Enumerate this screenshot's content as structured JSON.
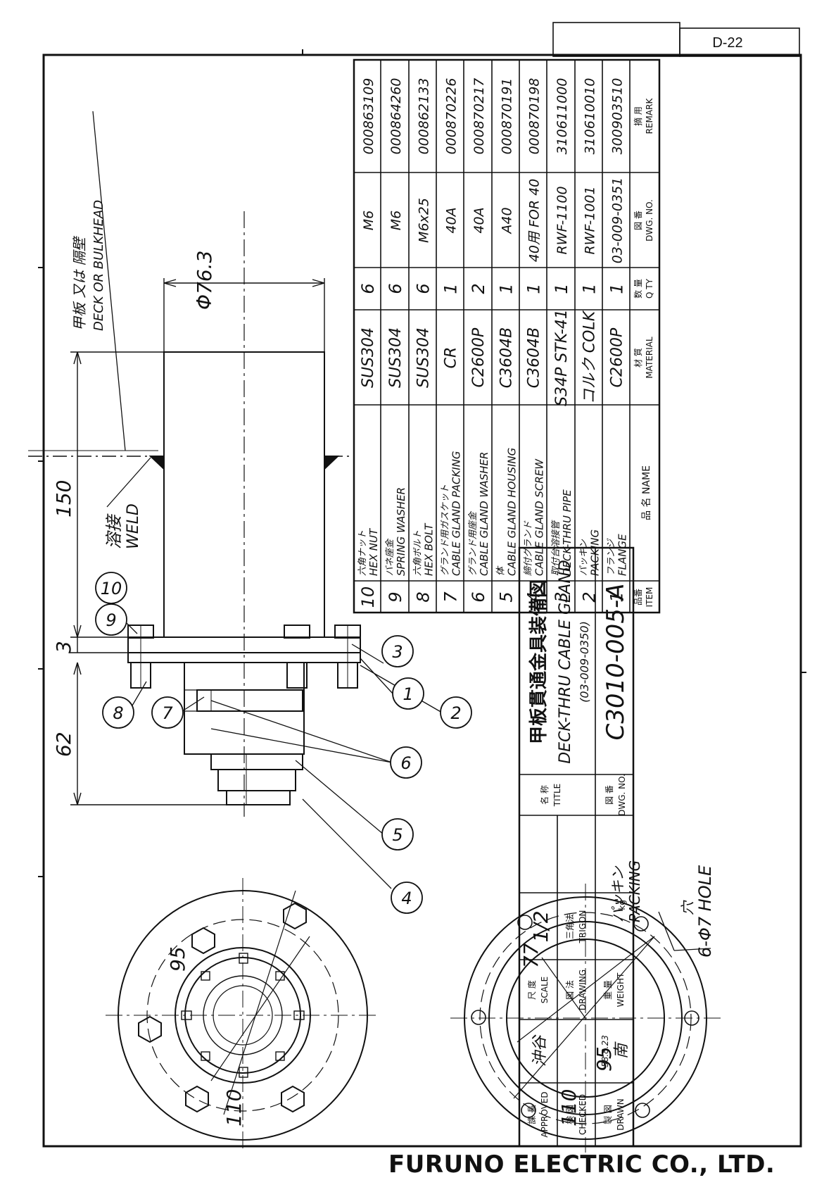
{
  "sheet_code": "D-22",
  "company": "FURUNO ELECTRIC CO., LTD.",
  "annotations": {
    "deck_jp": "甲板 又は 隔壁",
    "deck_en": "DECK OR BULKHEAD",
    "weld_jp": "溶接",
    "weld_en": "WELD",
    "packing_jp": "パッキン",
    "packing_en": "PACKING",
    "hole_jp": "穴",
    "hole_en": "6-Φ7 HOLE"
  },
  "dimensions": {
    "dia_763": "Φ76.3",
    "len_150": "150",
    "len_62": "62",
    "len_3": "3",
    "d95_top": "95",
    "d110_top": "110",
    "d77": "77",
    "d95_bot": "95",
    "d110_bot": "110"
  },
  "balloons": {
    "b9": "9",
    "b10": "10",
    "b3": "3",
    "b2": "2",
    "b1": "1",
    "b8": "8",
    "b7": "7",
    "b6": "6",
    "b5": "5",
    "b4": "4"
  },
  "parts_table": {
    "header": {
      "item": "品番\nITEM",
      "name": "品    名\nNAME",
      "material": "材 質\nMATERIAL",
      "qty": "数 量\nQ TY",
      "dwg": "図 番\nDWG. NO.",
      "remark": "摘 用\nREMARK"
    },
    "rows": [
      {
        "item": "10",
        "name_jp": "六角ナット",
        "name_en": "HEX NUT",
        "material": "SUS304",
        "qty": "6",
        "dwg": "M6",
        "remark": "000863109"
      },
      {
        "item": "9",
        "name_jp": "バネ座金",
        "name_en": "SPRING WASHER",
        "material": "SUS304",
        "qty": "6",
        "dwg": "M6",
        "remark": "000864260"
      },
      {
        "item": "8",
        "name_jp": "六角ボルト",
        "name_en": "HEX BOLT",
        "material": "SUS304",
        "qty": "6",
        "dwg": "M6x25",
        "remark": "000862133"
      },
      {
        "item": "7",
        "name_jp": "グランド用ガスケット",
        "name_en": "CABLE GLAND PACKING",
        "material": "CR",
        "qty": "1",
        "dwg": "40A",
        "remark": "000870226"
      },
      {
        "item": "6",
        "name_jp": "グランド用座金",
        "name_en": "CABLE GLAND WASHER",
        "material": "C2600P",
        "qty": "2",
        "dwg": "40A",
        "remark": "000870217"
      },
      {
        "item": "5",
        "name_jp": "体",
        "name_en": "CABLE GLAND HOUSING",
        "material": "C3604B",
        "qty": "1",
        "dwg": "A40",
        "remark": "000870191"
      },
      {
        "item": "4",
        "name_jp": "締付グランド",
        "name_en": "CABLE GLAND SCREW",
        "material": "C3604B",
        "qty": "1",
        "dwg": "40用 FOR 40",
        "remark": "000870198"
      },
      {
        "item": "3",
        "name_jp": "取付台溶接管",
        "name_en": "DECK-THRU PIPE",
        "material": "S34P STK-41",
        "qty": "1",
        "dwg": "RWF-1100",
        "remark": "310611000"
      },
      {
        "item": "2",
        "name_jp": "パッキン",
        "name_en": "PACKING",
        "material": "コルク COLK",
        "qty": "1",
        "dwg": "RWF-1001",
        "remark": "310610010"
      },
      {
        "item": "1",
        "name_jp": "フランジ",
        "name_en": "FLANGE",
        "material": "C2600P",
        "qty": "1",
        "dwg": "03-009-0351",
        "remark": "300903510"
      }
    ]
  },
  "title_block": {
    "approved_jp": "課 長",
    "approved_en": "APPROVED",
    "approved_val": "沖谷",
    "checked_jp": "検 図",
    "checked_en": "CHECKED",
    "checked_val": "",
    "drawn_jp": "製 図",
    "drawn_en": "DRAWN",
    "drawn_date": "58.8.23",
    "drawn_val": "南",
    "scale_jp": "尺 度",
    "scale_en": "SCALE",
    "scale_val": "1/2",
    "drawing_jp": "図 法",
    "drawing_en": "DRAWING",
    "drawing_val_jp": "三角法",
    "drawing_val_en": "TRIGON",
    "weight_jp": "重 量",
    "weight_en": "WEIGHT",
    "weight_unit": "kg",
    "title_label_jp": "名 称",
    "title_label_en": "TITLE",
    "title_jp": "甲板貫通金具装備図",
    "title_en": "DECK-THRU CABLE GLAND",
    "title_sub": "(03-009-0350)",
    "dwgno_label_jp": "図 番",
    "dwgno_label_en": "DWG. NO.",
    "dwg_no": "C3010-005-A"
  }
}
